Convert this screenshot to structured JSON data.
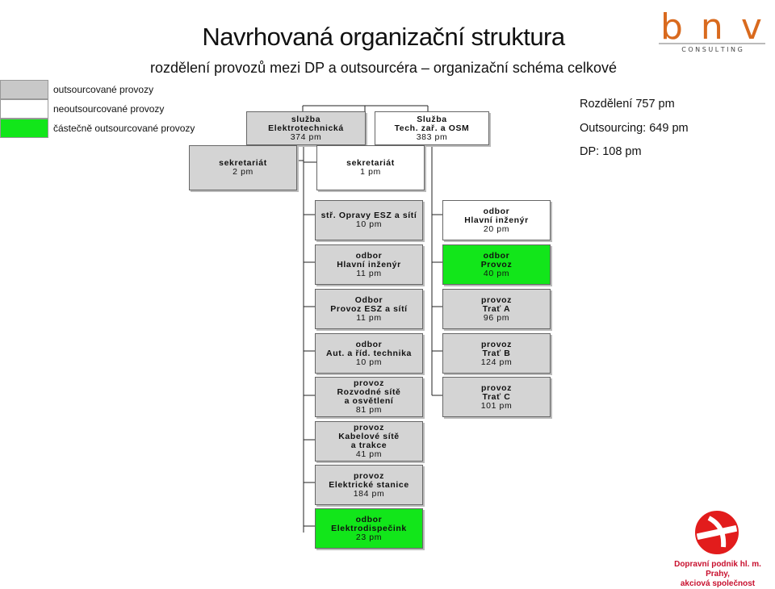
{
  "header": {
    "title": "Navrhovaná organizační struktura",
    "subtitle": "rozdělení provozů mezi DP a outsourcéra – organizační schéma celkové"
  },
  "legend": {
    "items": [
      {
        "label": "outsourcované provozy",
        "color": "#c8c8c8"
      },
      {
        "label": "neoutsourcované provozy",
        "color": "#ffffff"
      },
      {
        "label": "částečně outsourcované provozy",
        "color": "#12e61a"
      }
    ]
  },
  "stats": {
    "total": "Rozdělení 757 pm",
    "outsourcing": "Outsourcing:  649 pm",
    "dp": "DP:  108 pm"
  },
  "logos": {
    "bnv_letters": "bnv",
    "bnv_sub": "C O N S U L T I N G",
    "dp_line1": "Dopravní podnik hl. m. Prahy,",
    "dp_line2": "akciová společnost"
  },
  "org": {
    "sluzba_el": {
      "l1": "služba",
      "l2": "Elektrotechnická",
      "l3": "374 pm"
    },
    "sluzba_tech": {
      "l1": "Služba",
      "l2": "Tech. zař. a OSM",
      "l3": "383 pm"
    },
    "sekretariat_2": {
      "l1": "sekretariát",
      "l2": "2 pm"
    },
    "sekretariat_1": {
      "l1": "sekretariát",
      "l2": "1 pm"
    },
    "str_opravy": {
      "l1": "stř. Opravy ESZ a sítí",
      "l2": "10 pm"
    },
    "odbor_hi_20": {
      "l1": "odbor",
      "l2": "Hlavní inženýr",
      "l3": "20 pm"
    },
    "odbor_hi_11": {
      "l1": "odbor",
      "l2": "Hlavní inženýr",
      "l3": "11 pm"
    },
    "odbor_provoz": {
      "l1": "odbor",
      "l2": "Provoz",
      "l3": "40 pm"
    },
    "odbor_provoz_esz": {
      "l1": "Odbor",
      "l2": "Provoz ESZ a sítí",
      "l3": "11 pm"
    },
    "trat_a": {
      "l1": "provoz",
      "l2": "Trať A",
      "l3": "96 pm"
    },
    "aut_rid": {
      "l1": "odbor",
      "l2": "Aut. a říd. technika",
      "l3": "10 pm"
    },
    "trat_b": {
      "l1": "provoz",
      "l2": "Trať B",
      "l3": "124 pm"
    },
    "rozvodne": {
      "l1": "provoz",
      "l2": "Rozvodné sítě",
      "l3": "a osvětlení",
      "l4": "81 pm"
    },
    "trat_c": {
      "l1": "provoz",
      "l2": "Trať C",
      "l3": "101 pm"
    },
    "kabelove": {
      "l1": "provoz",
      "l2": "Kabelové sítě",
      "l3": "a trakce",
      "l4": "41 pm"
    },
    "elektricke": {
      "l1": "provoz",
      "l2": "Elektrické stanice",
      "l3": "184 pm"
    },
    "elektrodispecink": {
      "l1": "odbor",
      "l2": "Elektrodispečink",
      "l3": "23 pm"
    }
  }
}
